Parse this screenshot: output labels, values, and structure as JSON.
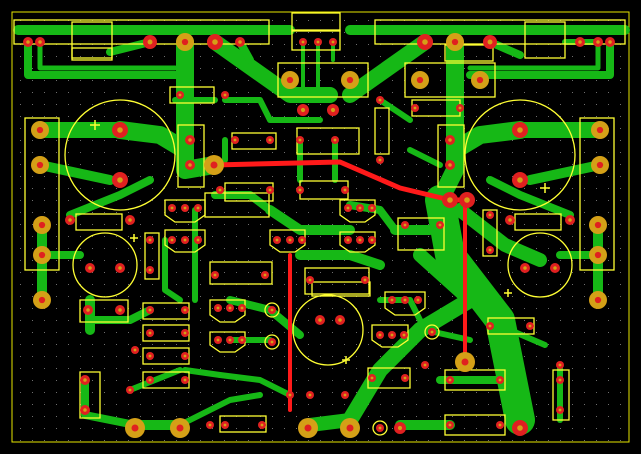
{
  "window": {
    "title": ""
  },
  "board": {
    "background": "#000000",
    "grid_dot_color": "#6f6f6f",
    "outline_color": "#e6e600",
    "copper_bottom_color": "#16b816",
    "copper_top_color": "#ff1a1a",
    "pad_color": "#d4a017",
    "pad_ring_color": "#e02020",
    "silkscreen_color": "#ffff33"
  },
  "layers": [
    "copper-bottom",
    "copper-top",
    "silkscreen",
    "pads"
  ],
  "icons": {
    "plus_marks": "polarity-plus-icon",
    "vias": "via-icon"
  }
}
